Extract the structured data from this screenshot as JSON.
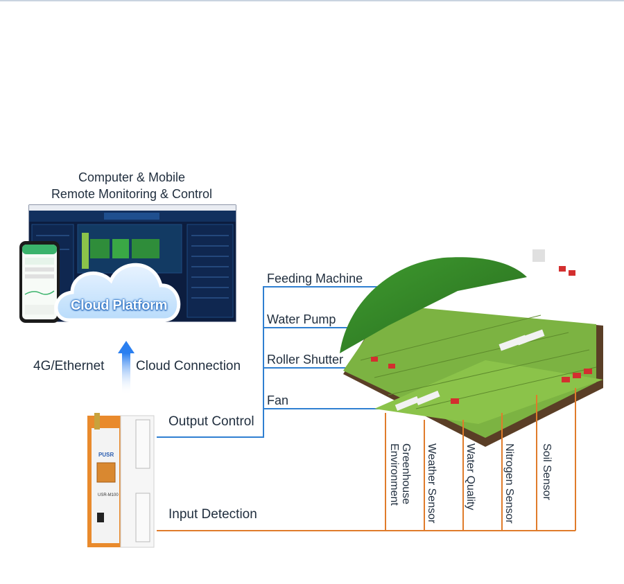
{
  "header": {
    "title_line1": "Computer & Mobile",
    "title_line2": "Remote Monitoring & Control"
  },
  "cloud": {
    "label": "Cloud Platform"
  },
  "connection": {
    "left_label": "4G/Ethernet",
    "right_label": "Cloud Connection"
  },
  "device": {
    "brand": "PUSR",
    "model": "USR-M100"
  },
  "output": {
    "label": "Output Control",
    "targets": [
      "Feeding Machine",
      "Water Pump",
      "Roller Shutter",
      "Fan"
    ]
  },
  "input": {
    "label": "Input Detection",
    "sensors": [
      "Greenhouse Environment",
      "Weather Sensor",
      "Water Quality",
      "Nitrogen Sensor",
      "Soil Sensor"
    ]
  },
  "colors": {
    "output_line": "#2f7fd1",
    "input_line": "#e07b2a",
    "cloud_blue": "#1e88e5",
    "arrow_blue": "#3f8ff0",
    "dashboard_bg": "#0c1d3f"
  }
}
